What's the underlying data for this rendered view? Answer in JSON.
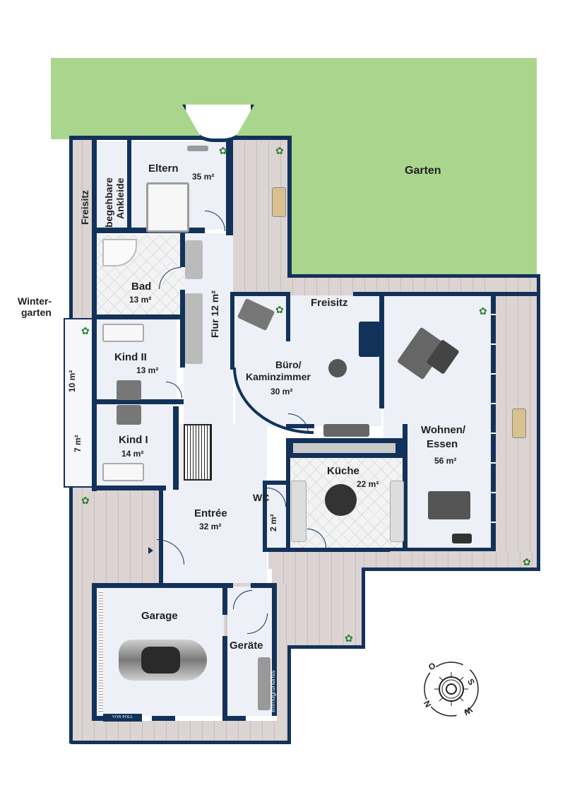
{
  "rooms": {
    "garten": {
      "label": "Garten"
    },
    "freisitz_left": {
      "label": "Freisitz"
    },
    "freisitz_mid": {
      "label": "Freisitz"
    },
    "ankleide": {
      "label_1": "begehbare",
      "label_2": "Ankleide"
    },
    "eltern": {
      "label": "Eltern",
      "area": "35 m²"
    },
    "bad": {
      "label": "Bad",
      "area": "13 m²"
    },
    "flur": {
      "label": "Flur 12 m²"
    },
    "wintergarten": {
      "label_1": "Winter-",
      "label_2": "garten",
      "area_1": "10 m²",
      "area_2": "7 m²"
    },
    "kind2": {
      "label": "Kind II",
      "area": "13 m²"
    },
    "kind1": {
      "label": "Kind I",
      "area": "14 m²"
    },
    "buero": {
      "label_1": "Büro/",
      "label_2": "Kaminzimmer",
      "area": "30 m²"
    },
    "wohnen": {
      "label_1": "Wohnen/",
      "label_2": "Essen",
      "area": "56 m²"
    },
    "kueche": {
      "label": "Küche",
      "area": "22 m²"
    },
    "wc": {
      "label": "WC",
      "area": "2 m²"
    },
    "entree": {
      "label": "Entrée",
      "area": "32 m²"
    },
    "garage": {
      "label": "Garage"
    },
    "geraete": {
      "label": "Geräte"
    }
  },
  "watermark": "Immogrundriss",
  "logo": "VON POLL",
  "compass": {
    "n": "N",
    "o": "O",
    "s": "S",
    "w": "W"
  },
  "colors": {
    "wall": "#12325a",
    "garden": "#a9d68c",
    "floor": "#edf0f6",
    "deck": "#dcd3d3"
  }
}
